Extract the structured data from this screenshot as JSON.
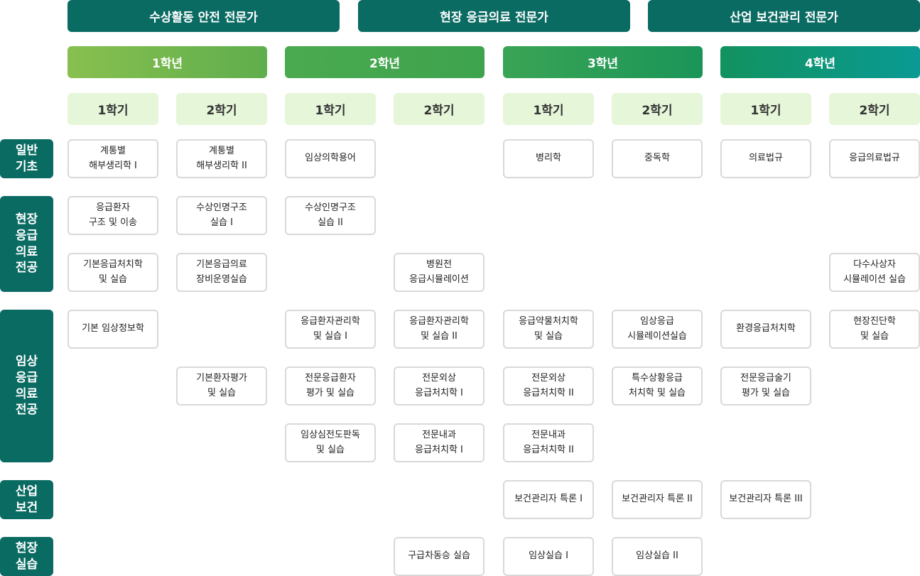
{
  "careers": [
    "수상활동 안전 전문가",
    "현장 응급의료 전문가",
    "산업 보건관리 전문가"
  ],
  "years": [
    "1학년",
    "2학년",
    "3학년",
    "4학년"
  ],
  "semesters": [
    "1학기",
    "2학기",
    "1학기",
    "2학기",
    "1학기",
    "2학기",
    "1학기",
    "2학기"
  ],
  "categories": [
    "일반\n기초",
    "현장\n응급\n의료\n전공",
    "임상\n응급\n의료\n전공",
    "산업\n보건",
    "현장\n실습"
  ],
  "courses": [
    "계통별\n해부생리학 I",
    "계통별\n해부생리학 II",
    "임상의학용어",
    "병리학",
    "중독학",
    "의료법규",
    "응급의료법규",
    "응급환자\n구조 및 이송",
    "수상인명구조\n실습 I",
    "수상인명구조\n실습 II",
    "기본응급처치학\n및 실습",
    "기본응급의료\n장비운영실습",
    "병원전\n응급시뮬레이션",
    "다수사상자\n시뮬레이션 실습",
    "기본 임상정보학",
    "응급환자관리학\n및 실습 I",
    "응급환자관리학\n및 실습 II",
    "응급약물처치학\n및 실습",
    "임상응급\n시뮬레이션실습",
    "환경응급처치학",
    "현장진단학\n및 실습",
    "기본환자평가\n및 실습",
    "전문응급환자\n평가 및 실습",
    "전문외상\n응급처치학 I",
    "전문외상\n응급처치학 II",
    "특수상황응급\n처치학  및 실습",
    "전문응급술기\n평가 및 실습",
    "임상심전도판독\n및 실습",
    "전문내과\n응급처치학 I",
    "전문내과\n응급처치학 II",
    "보건관리자 특론 I",
    "보건관리자 특론 II",
    "보건관리자 특론 III",
    "구급차동승 실습",
    "임상실습 I",
    "임상실습 II"
  ]
}
